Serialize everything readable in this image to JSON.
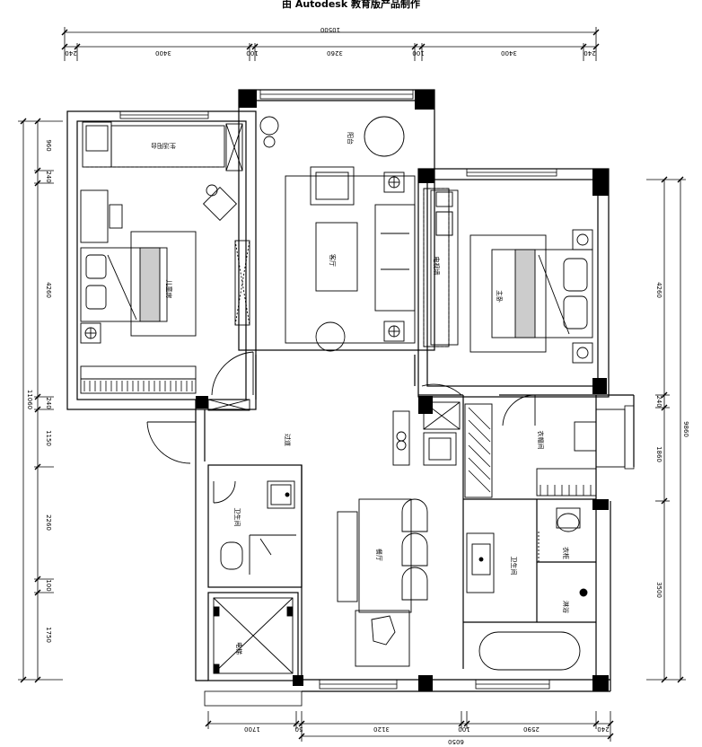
{
  "watermark": "由 Autodesk 教育版产品制作",
  "dimensions": {
    "top_total": "10500",
    "top_segments": [
      "240",
      "3400",
      "100",
      "3260",
      "100",
      "3400",
      "240"
    ],
    "left_total": "11060",
    "left_segments": [
      "960",
      "240",
      "4260",
      "240",
      "1150",
      "2260",
      "100",
      "1750"
    ],
    "right_total": "9860",
    "right_segments": [
      "4260",
      "240",
      "1860",
      "3500"
    ],
    "bottom_total": "6050",
    "bottom_segments": [
      "1700",
      "50",
      "3120",
      "100",
      "2590",
      "240"
    ]
  },
  "rooms": {
    "balcony_left": "生活阳台",
    "children_room": "儿童房",
    "balcony_top": "阳台",
    "living_room": "客厅",
    "master_bedroom": "主卧",
    "hallway": "过道",
    "cloakroom": "衣帽间",
    "bathroom_left": "卫生间",
    "dining_room": "餐厅",
    "bathroom_right": "卫生间",
    "shower": "淋浴",
    "wardrobe": "衣柜",
    "elevator": "电梯",
    "tv_wall": "电视墙"
  }
}
